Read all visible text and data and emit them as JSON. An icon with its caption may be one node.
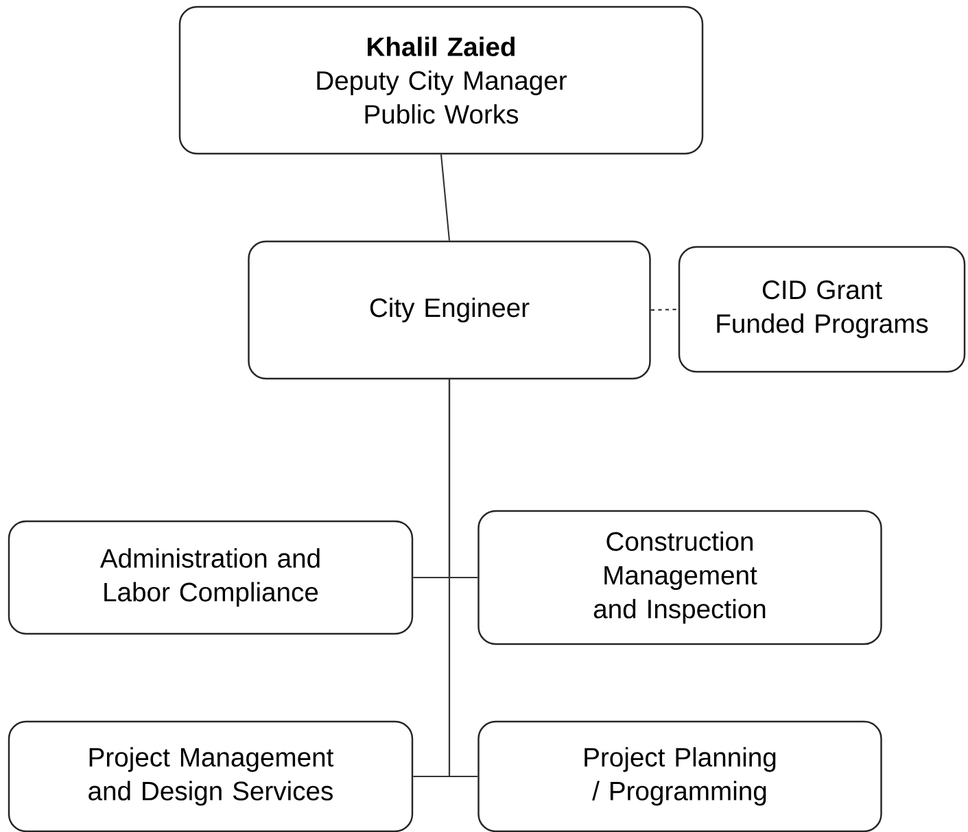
{
  "diagram": {
    "nodes": [
      {
        "text": [
          "Khalil Zaied",
          "Deputy City Manager",
          "Public Works"
        ]
      },
      {
        "text": [
          "City Engineer"
        ]
      },
      {
        "text": [
          "CID Grant Funded Programs"
        ]
      },
      {
        "text": [
          "Administration and Labor Compliance"
        ]
      },
      {
        "text": [
          "Construction Management and Inspection"
        ]
      },
      {
        "text": [
          "Project Management and Design Services"
        ]
      },
      {
        "text": [
          "Project Planning / Programming"
        ]
      }
    ],
    "edges": [
      {
        "from": 0,
        "to": 1,
        "arrow": "none"
      },
      {
        "from": 1,
        "to": 2,
        "arrow": "none",
        "style": "dashed"
      },
      {
        "from": 1,
        "to": 3,
        "arrow": "none"
      },
      {
        "from": 1,
        "to": 4,
        "arrow": "none"
      },
      {
        "from": 1,
        "to": 5,
        "arrow": "none"
      },
      {
        "from": 1,
        "to": 6,
        "arrow": "none"
      }
    ]
  }
}
